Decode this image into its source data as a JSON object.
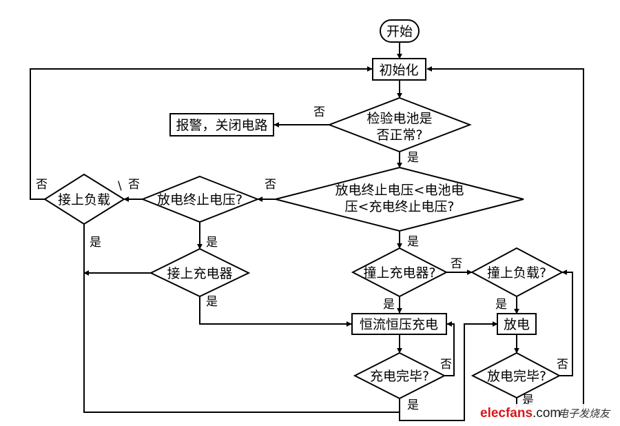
{
  "nodes": {
    "start": "开始",
    "init": "初始化",
    "check_battery_1": "检验电池是",
    "check_battery_2": "否正常?",
    "alarm": "报警，关闭电路",
    "voltage_range_1": "放电终止电压<电池电",
    "voltage_range_2": "压<充电终止电压?",
    "discharge_end_voltage": "放电终止电压?",
    "load_connected_left": "接上负载",
    "charger_connected_left": "接上充电器",
    "charger_connected_mid": "撞上充电器?",
    "load_connected_right": "撞上负载?",
    "cc_cv_charge": "恒流恒压充电",
    "discharge": "放电",
    "charge_complete": "充电完毕?",
    "discharge_complete": "放电完毕?"
  },
  "labels": {
    "yes": "是",
    "no": "否",
    "stray_mark": "\\"
  },
  "watermark": {
    "brand": "elecfans",
    "domain_suffix": ".com",
    "tagline": "电子发烧友"
  },
  "colors": {
    "line": "#000000",
    "watermark_brand": "#d9161c"
  }
}
